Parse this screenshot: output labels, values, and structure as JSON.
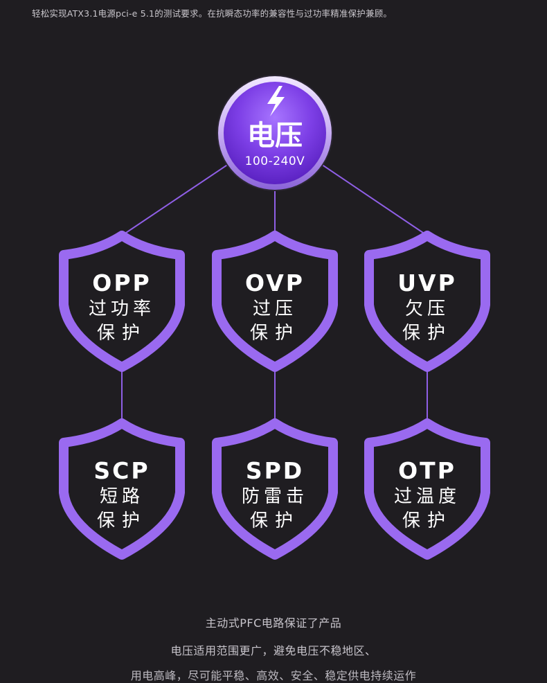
{
  "header": {
    "description": "轻松实现ATX3.1电源pci-e 5.1的测试要求。在抗瞬态功率的兼容性与过功率精准保护兼顾。"
  },
  "hub": {
    "icon": "lightning-bolt-icon",
    "title": "电压",
    "range": "100-240V"
  },
  "shields": [
    {
      "code": "OPP",
      "line1": "过功率",
      "line2": "保护"
    },
    {
      "code": "OVP",
      "line1": "过压",
      "line2": "保护"
    },
    {
      "code": "UVP",
      "line1": "欠压",
      "line2": "保护"
    },
    {
      "code": "SCP",
      "line1": "短路",
      "line2": "保护"
    },
    {
      "code": "SPD",
      "line1": "防雷击",
      "line2": "保护"
    },
    {
      "code": "OTP",
      "line1": "过温度",
      "line2": "保护"
    }
  ],
  "footer": {
    "lines": [
      "主动式PFC电路保证了产品",
      "电压适用范围更广，避免电压不稳地区、",
      "用电高峰，尽可能平稳、高效、安全、稳定供电持续运作"
    ]
  },
  "colors": {
    "background": "#1f1d21",
    "accent": "#8b5cf6",
    "shield_stroke": "#9a6af0",
    "hub_fill": "#7b3fe4"
  }
}
